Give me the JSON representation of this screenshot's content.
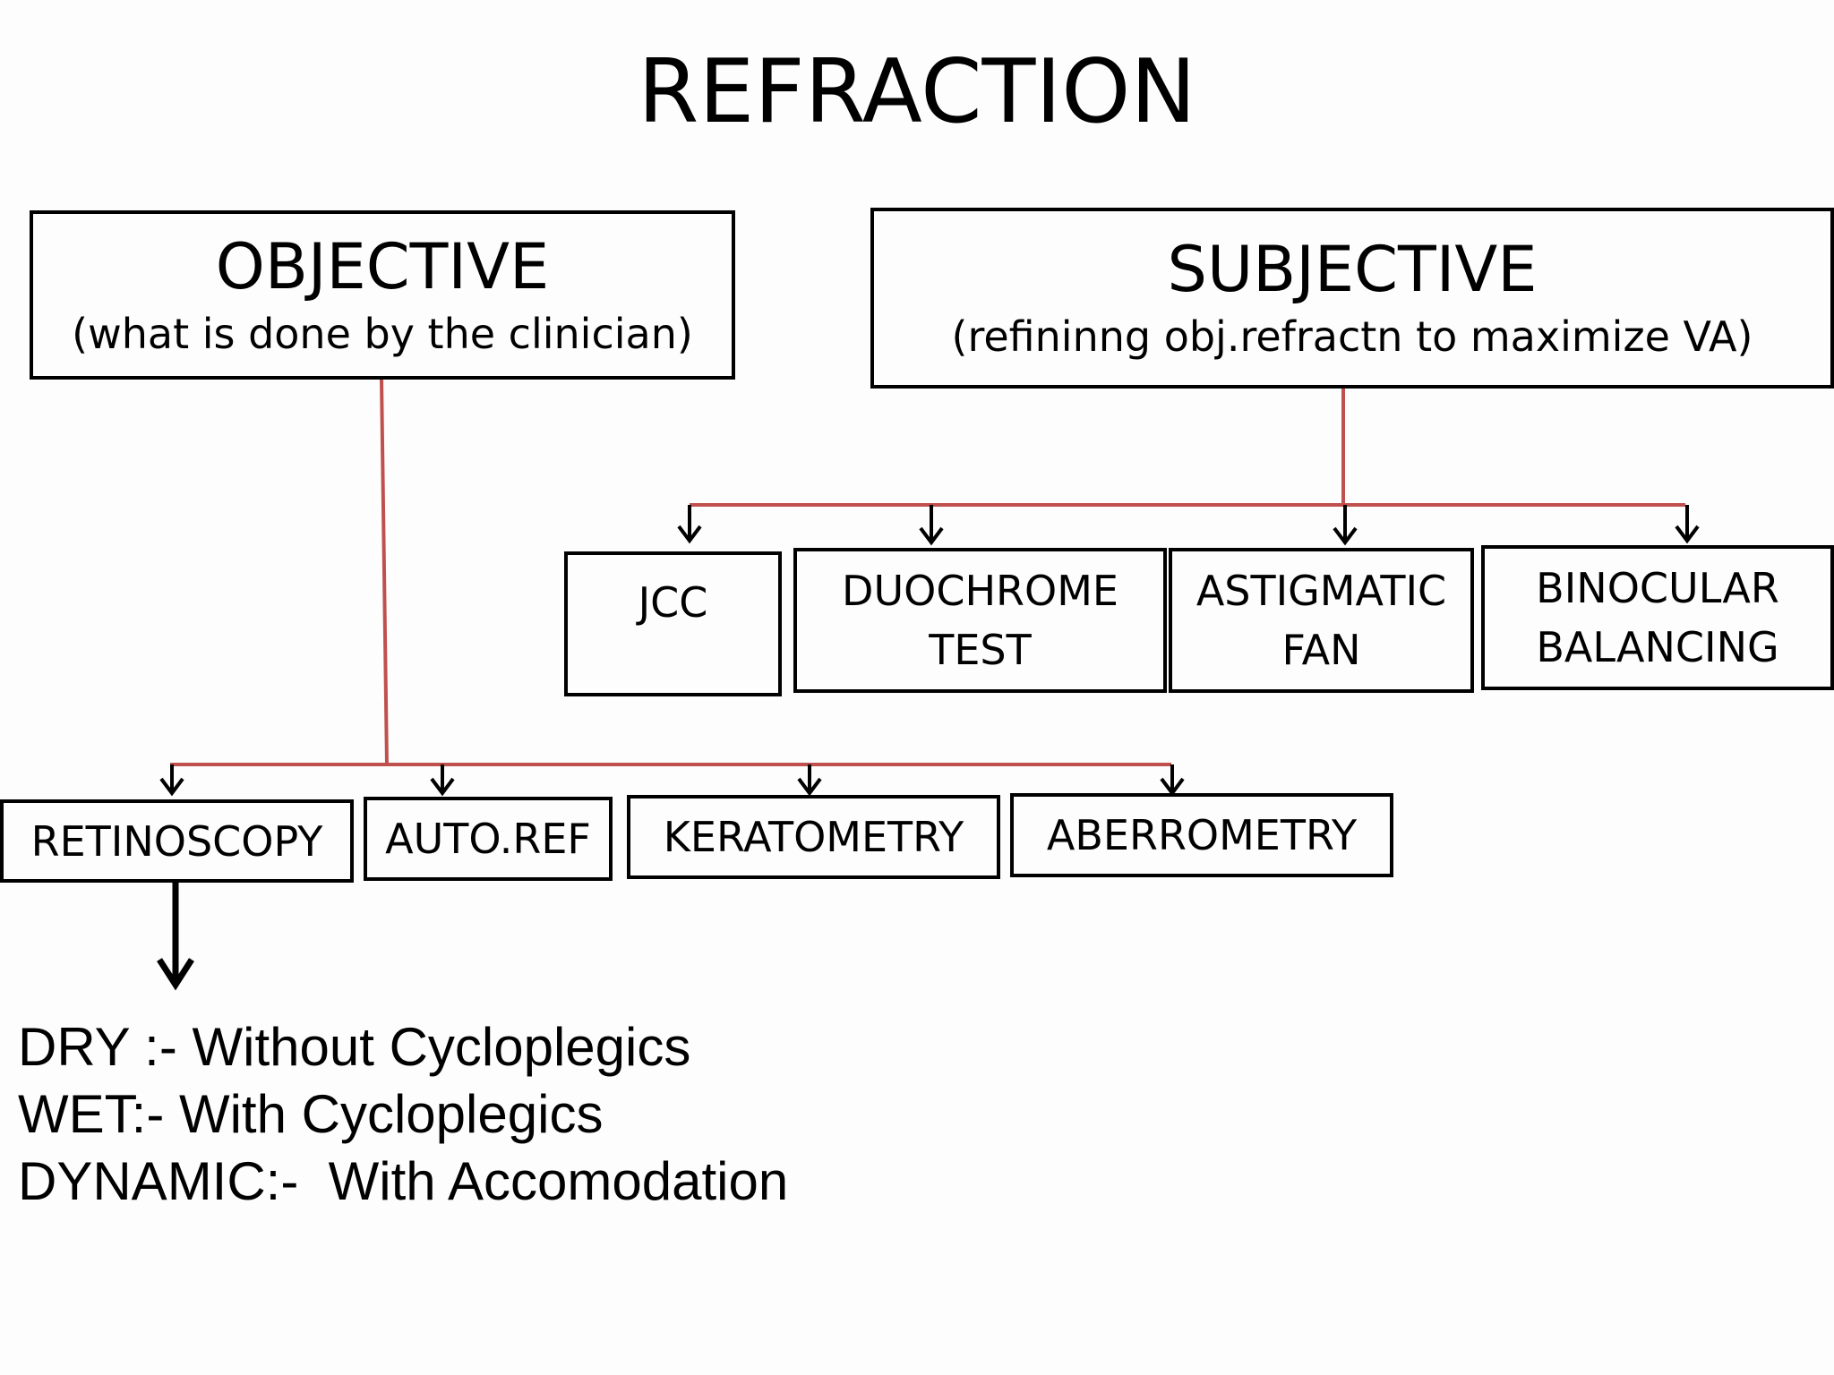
{
  "title": "REFRACTION",
  "objective": {
    "heading": "OBJECTIVE",
    "description": "(what is done by the clinician)",
    "methods": [
      "RETINOSCOPY",
      "AUTO.REF",
      "KERATOMETRY",
      "ABERROMETRY"
    ]
  },
  "subjective": {
    "heading": "SUBJECTIVE",
    "description": "(refininng obj.refractn to maximize VA)",
    "tests": [
      {
        "line1": "JCC",
        "line2": ""
      },
      {
        "line1": "DUOCHROME",
        "line2": "TEST"
      },
      {
        "line1": "ASTIGMATIC",
        "line2": "FAN"
      },
      {
        "line1": "BINOCULAR",
        "line2": "BALANCING"
      }
    ]
  },
  "retinoscopy_types": [
    "DRY :- Without Cycloplegics",
    "WET:- With Cycloplegics",
    "DYNAMIC:-  With Accomodation"
  ],
  "colors": {
    "connector": "#c0504d",
    "arrow": "#000000",
    "border": "#000000"
  }
}
